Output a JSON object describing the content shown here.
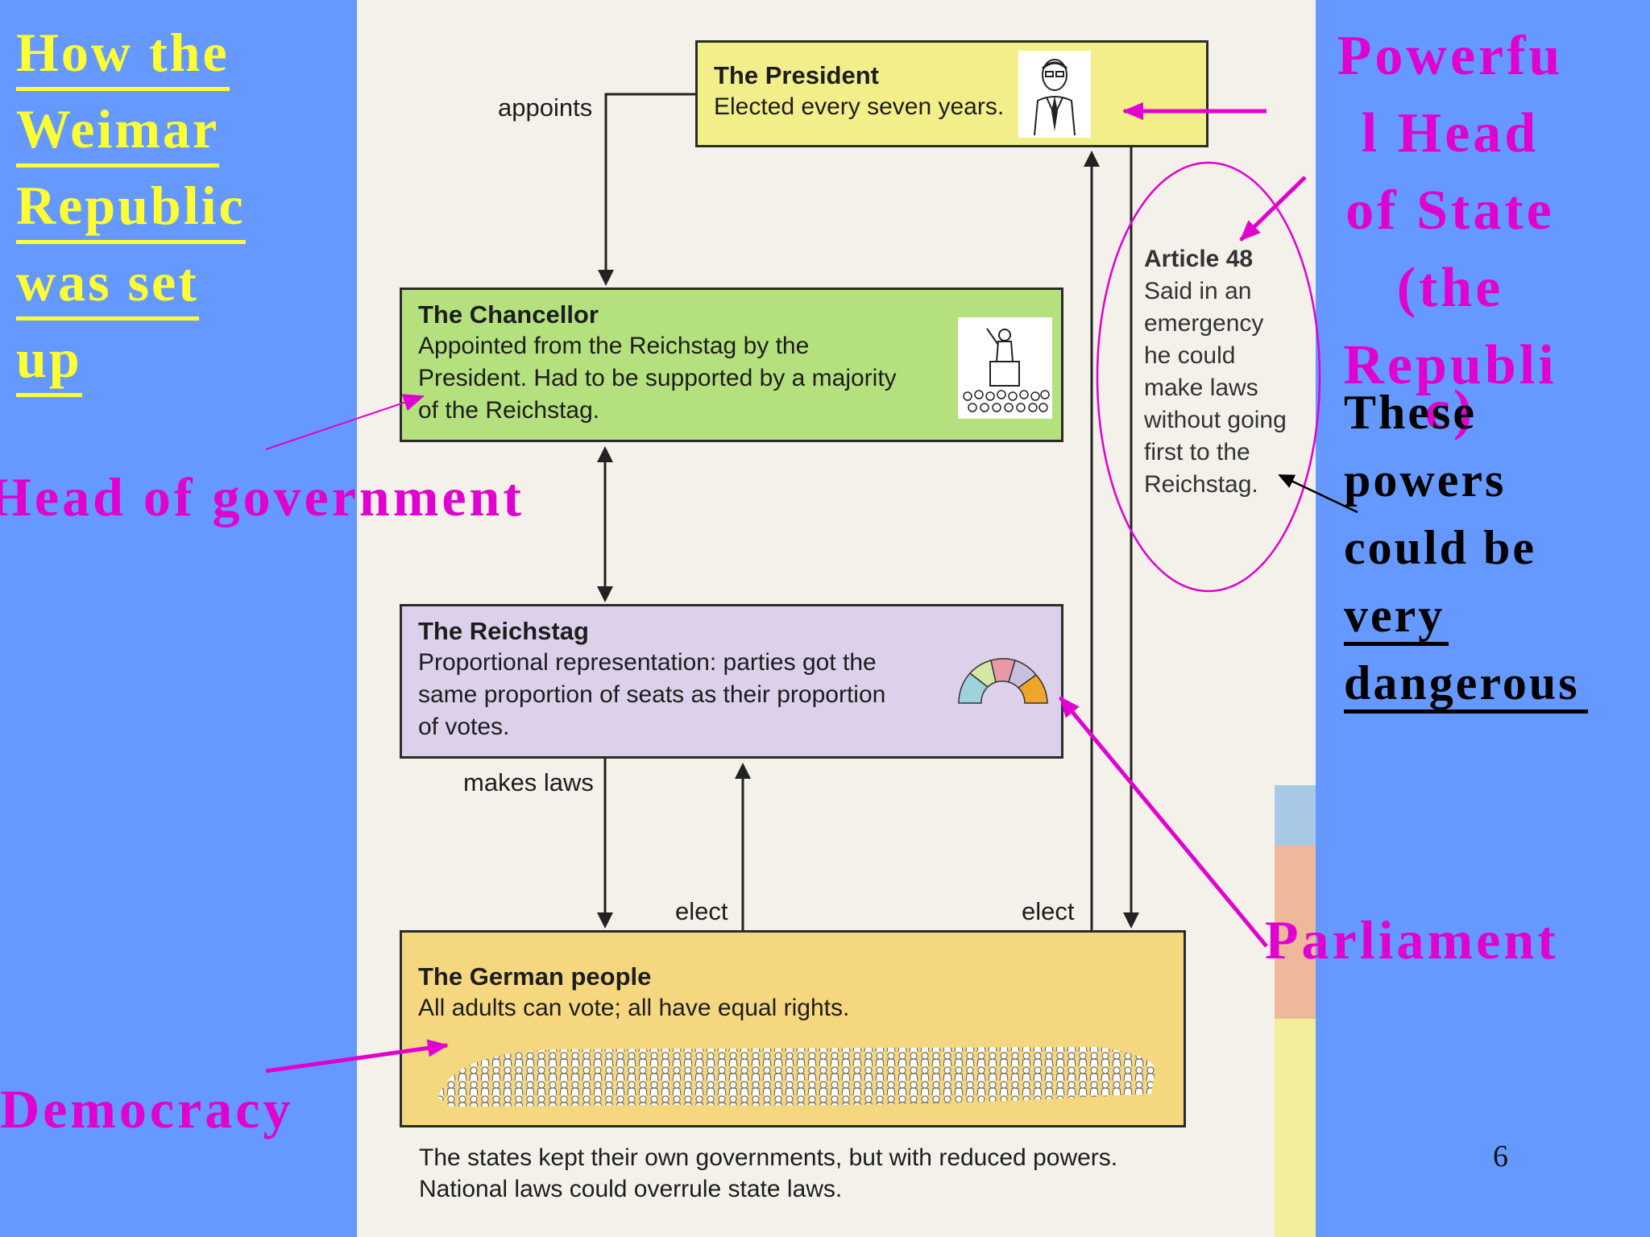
{
  "slide": {
    "title": [
      "How the",
      "Weimar",
      "Republic",
      "was set",
      "up"
    ],
    "annotation_powerful": [
      "Powerfu",
      "l Head",
      "of State",
      "(the",
      "Republi",
      "c)"
    ],
    "annotation_danger": [
      "These",
      "powers",
      "could be",
      "very",
      "dangerous"
    ],
    "annotation_government": "Head of government",
    "annotation_parliament": "Parliament",
    "annotation_democracy": "Democracy",
    "page_number": "6"
  },
  "diagram": {
    "president": {
      "title": "The President",
      "desc": "Elected every seven years."
    },
    "chancellor": {
      "title": "The Chancellor",
      "desc": [
        "Appointed from the Reichstag by the",
        "President. Had to be supported by a majority",
        "of the Reichstag."
      ]
    },
    "reichstag": {
      "title": "The Reichstag",
      "desc": [
        "Proportional representation: parties got the",
        "same proportion of seats as their proportion",
        "of votes."
      ]
    },
    "people": {
      "title": "The German people",
      "desc": "All adults can vote; all have equal rights."
    },
    "article48": {
      "title": "Article 48",
      "desc": [
        "Said in an",
        "emergency",
        "he could",
        "make laws",
        "without going",
        "first to the",
        "Reichstag."
      ]
    },
    "labels": {
      "appoints": "appoints",
      "makes_laws": "makes laws",
      "elect_left": "elect",
      "elect_right": "elect"
    },
    "caption": [
      "The states kept their own governments, but with reduced powers.",
      "National laws could overrule state laws."
    ]
  },
  "colors": {
    "background": "#6699ff",
    "title": "#ffff33",
    "annotation": "#e000d0",
    "president_box": "#f2ee8a",
    "chancellor_box": "#b5e07e",
    "reichstag_box": "#dcd0ea",
    "people_box": "#f5d780"
  }
}
